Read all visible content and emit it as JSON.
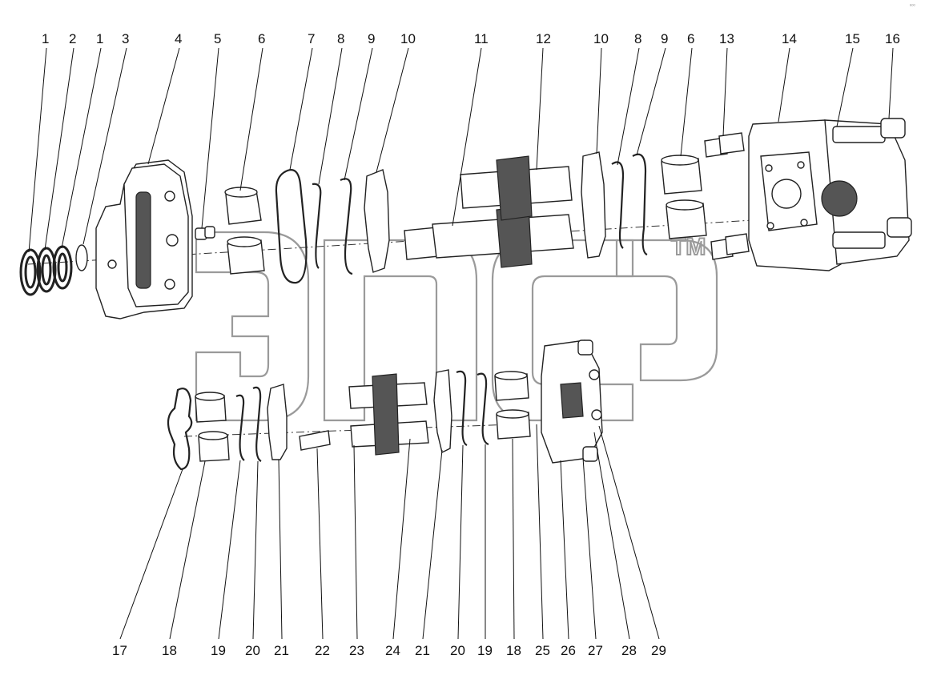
{
  "corner_mark": "ᵉᵒᵒ",
  "watermark": {
    "tm": "TM"
  },
  "callouts_top": [
    "1",
    "2",
    "1",
    "3",
    "4",
    "5",
    "6",
    "7",
    "8",
    "9",
    "10",
    "11",
    "12",
    "10",
    "8",
    "9",
    "6",
    "13",
    "14",
    "15",
    "16"
  ],
  "callouts_bottom": [
    "17",
    "18",
    "19",
    "20",
    "21",
    "22",
    "23",
    "24",
    "21",
    "20",
    "19",
    "18",
    "25",
    "26",
    "27",
    "28",
    "29"
  ]
}
